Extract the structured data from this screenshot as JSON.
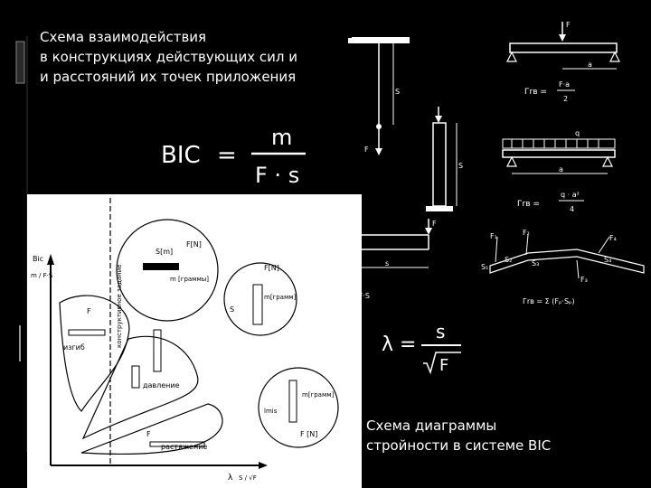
{
  "caption_top": {
    "lines": [
      "Схема взаимодействия",
      "в конструкциях действующих сил и",
      "и расстояний их точек приложения"
    ]
  },
  "caption_bottom": {
    "lines": [
      "Схема диаграммы",
      "стройности в системе BIC"
    ]
  },
  "formula_bic": {
    "lhs": "BIC",
    "eq": "=",
    "num": "m",
    "den": "F · s"
  },
  "formula_lambda": {
    "lhs": "λ",
    "eq": "=",
    "num": "s",
    "den": "F"
  },
  "diagram_labels": {
    "hang_F": "F",
    "hang_S": "S",
    "column_S": "S",
    "beam_F": "F",
    "beam_a": "a",
    "beam_formula_lhs": "Гrв =",
    "beam_formula_num": "F·a",
    "beam_formula_den": "2",
    "udl_q": "q",
    "udl_a": "a",
    "udl_formula_lhs": "Гrв =",
    "udl_formula_num": "q · a²",
    "udl_formula_den": "4",
    "cant_F": "F",
    "cant_s": "s",
    "cant_formula": "Гrв = F·S",
    "truss_F1": "F₁",
    "truss_F2": "F₂",
    "truss_F3": "F₃",
    "truss_F4": "F₄",
    "truss_S1": "S₁",
    "truss_S2": "S₂",
    "truss_S3": "S₃",
    "truss_S4": "S₄",
    "truss_formula": "Гrв = Σ (Fₚ·Sₚ)",
    "axis_y_top": "Bic",
    "axis_y_unit": "m / F·S",
    "axis_x": "λ",
    "axis_x_unit": "S / √F",
    "vertical_label": "конструктивное задание",
    "bubble1_F": "F[N]",
    "bubble1_s": "S[m]",
    "bubble1_m": "m [граммы]",
    "bubble2_F": "F[N]",
    "bubble2_m": "m[грамм]",
    "bubble2_s": "S",
    "bubble3_m": "m[грамм]",
    "bubble3_F": "F [N]",
    "bubble3_mis": "lmis",
    "region_izgib": "изгиб",
    "region_davlenie": "давление",
    "region_rastyazhenie": "растяжение",
    "region_F": "F",
    "region_F2": "F"
  }
}
